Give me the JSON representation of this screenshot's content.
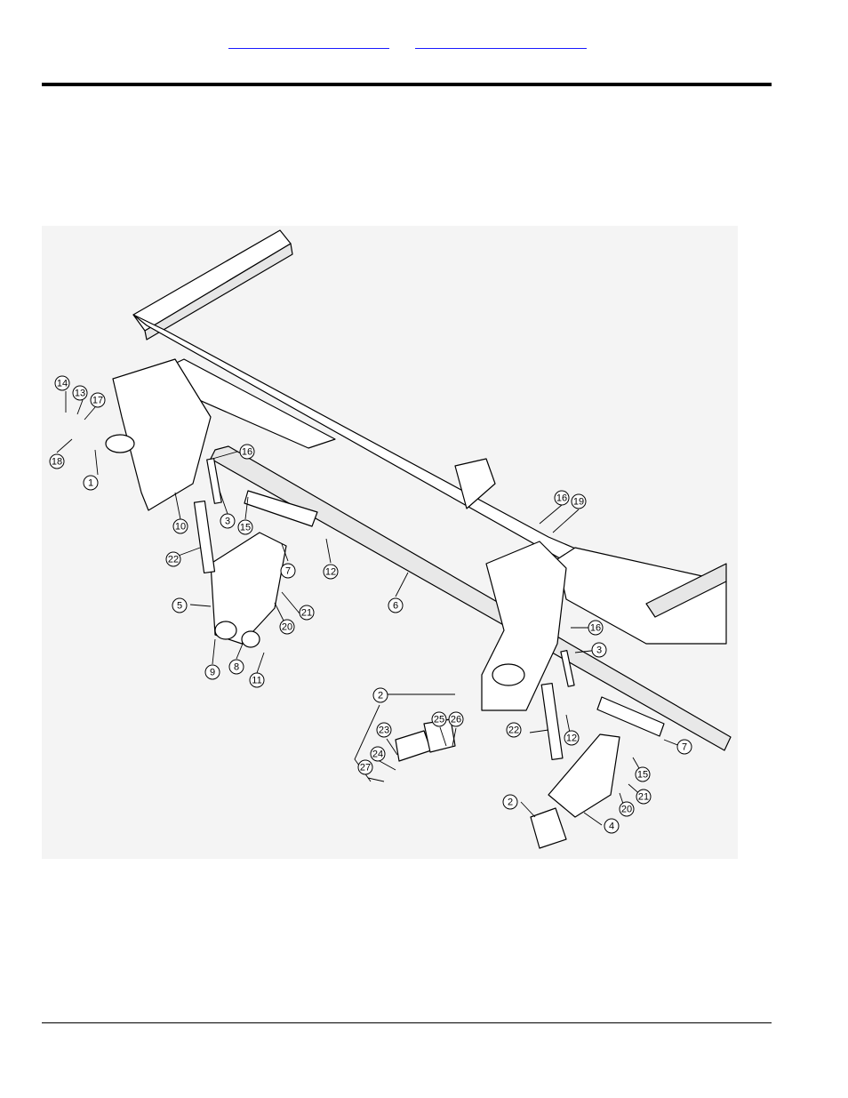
{
  "header": {
    "links": [
      "",
      ""
    ]
  },
  "diagram": {
    "callouts": [
      {
        "id": "c14a",
        "label": "14"
      },
      {
        "id": "c13",
        "label": "13"
      },
      {
        "id": "c17",
        "label": "17"
      },
      {
        "id": "c18",
        "label": "18"
      },
      {
        "id": "c1",
        "label": "1"
      },
      {
        "id": "c16a",
        "label": "16"
      },
      {
        "id": "c10",
        "label": "10"
      },
      {
        "id": "c3a",
        "label": "3"
      },
      {
        "id": "c15a",
        "label": "15"
      },
      {
        "id": "c22a",
        "label": "22"
      },
      {
        "id": "c7a",
        "label": "7"
      },
      {
        "id": "c12a",
        "label": "12"
      },
      {
        "id": "c5",
        "label": "5"
      },
      {
        "id": "c21a",
        "label": "21"
      },
      {
        "id": "c20a",
        "label": "20"
      },
      {
        "id": "c9",
        "label": "9"
      },
      {
        "id": "c8",
        "label": "8"
      },
      {
        "id": "c11",
        "label": "11"
      },
      {
        "id": "c6",
        "label": "6"
      },
      {
        "id": "c16b",
        "label": "16"
      },
      {
        "id": "c19",
        "label": "19"
      },
      {
        "id": "c16c",
        "label": "16"
      },
      {
        "id": "c3b",
        "label": "3"
      },
      {
        "id": "c2a",
        "label": "2"
      },
      {
        "id": "c25",
        "label": "25"
      },
      {
        "id": "c26",
        "label": "26"
      },
      {
        "id": "c23",
        "label": "23"
      },
      {
        "id": "c24",
        "label": "24"
      },
      {
        "id": "c27",
        "label": "27"
      },
      {
        "id": "c22b",
        "label": "22"
      },
      {
        "id": "c12b",
        "label": "12"
      },
      {
        "id": "c7b",
        "label": "7"
      },
      {
        "id": "c15b",
        "label": "15"
      },
      {
        "id": "c21b",
        "label": "21"
      },
      {
        "id": "c20b",
        "label": "20"
      },
      {
        "id": "c2b",
        "label": "2"
      },
      {
        "id": "c4",
        "label": "4"
      }
    ]
  }
}
